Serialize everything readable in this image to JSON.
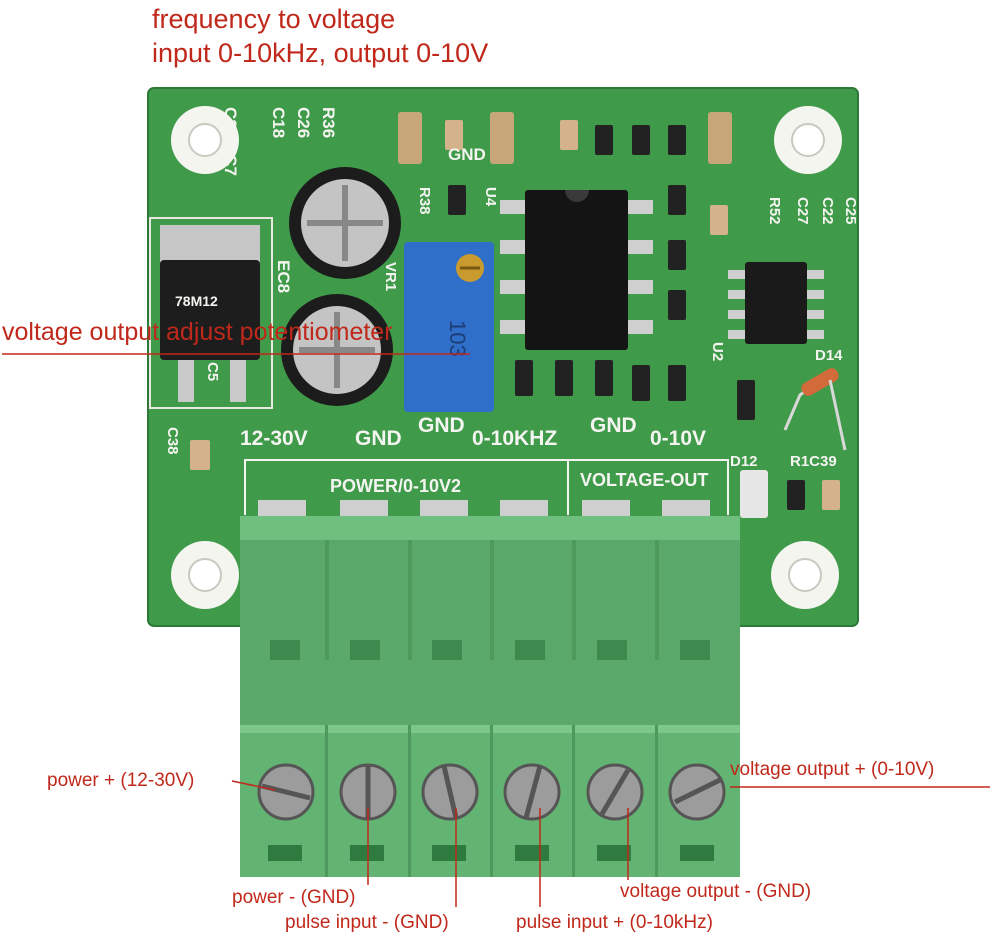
{
  "title": {
    "line1": "frequency to voltage",
    "line2": "input 0-10kHz, output 0-10V"
  },
  "annotations": {
    "potentiometer": "voltage output adjust potentiometer",
    "power_plus": "power + (12-30V)",
    "power_minus": "power - (GND)",
    "pulse_input_minus": "pulse input - (GND)",
    "pulse_input_plus": "pulse input + (0-10kHz)",
    "voltage_output_minus": "voltage output - (GND)",
    "voltage_output_plus": "voltage output + (0-10V)"
  },
  "silkscreen": {
    "regulator": "78M12",
    "ref_left_col": "C36 EC7",
    "ref_left_col2": "C18",
    "ref_left_col3": "C26",
    "ref_left_col4": "R36",
    "ec8": "EC8",
    "vr1": "VR1",
    "c5": "C5",
    "c38": "C38",
    "r38": "R38",
    "u4": "U4",
    "u2": "U2",
    "r52": "R52",
    "c27": "C27",
    "c22": "C22",
    "c25": "C25",
    "d14": "D14",
    "d12": "D12",
    "r1c39": "R1C39",
    "pot_code": "103",
    "power_range": "12-30V",
    "gnd1": "GND",
    "gnd2": "GND",
    "gnd3": "GND",
    "gnd_top": "GND",
    "in_range": "0-10KHZ",
    "out_range": "0-10V",
    "power_header": "POWER/0-10V2",
    "voltage_header": "VOLTAGE-OUT"
  },
  "colors": {
    "pcb": "#3f9a4a",
    "connector": "#5aa86a",
    "annotation": "#c0281b",
    "pot": "#2f6fc9"
  }
}
